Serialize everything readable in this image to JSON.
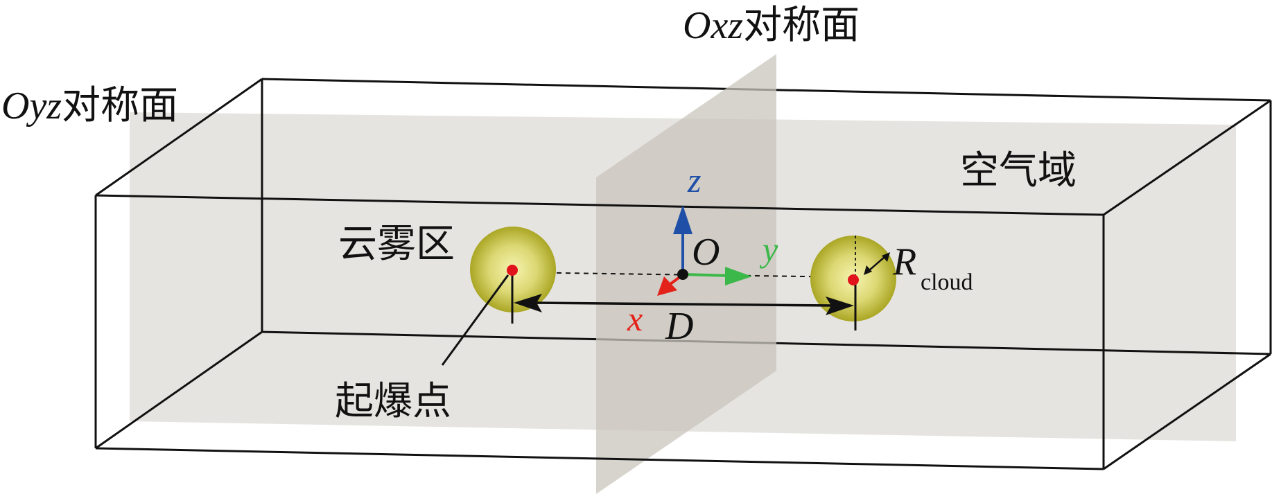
{
  "planes": {
    "oxz": {
      "italic": "Oxz",
      "suffix": "对称面"
    },
    "oyz": {
      "italic": "Oyz",
      "suffix": "对称面"
    }
  },
  "labels": {
    "air_domain": "空气域",
    "cloud_region": "云雾区",
    "detonation_point": "起爆点"
  },
  "axes": {
    "origin": "O",
    "x": "x",
    "y": "y",
    "z": "z"
  },
  "dimensions": {
    "distance": "D",
    "radius_symbol": "R",
    "radius_subscript": "cloud"
  },
  "colors": {
    "x_axis": "#e32219",
    "y_axis": "#3cb84a",
    "z_axis": "#1f4fa6",
    "plane_fill": "#d6d2cb",
    "sphere_core": "#f3f0a0",
    "sphere_edge": "#a9a520",
    "detonation_dot": "#e0141a",
    "box_line": "#111111"
  }
}
